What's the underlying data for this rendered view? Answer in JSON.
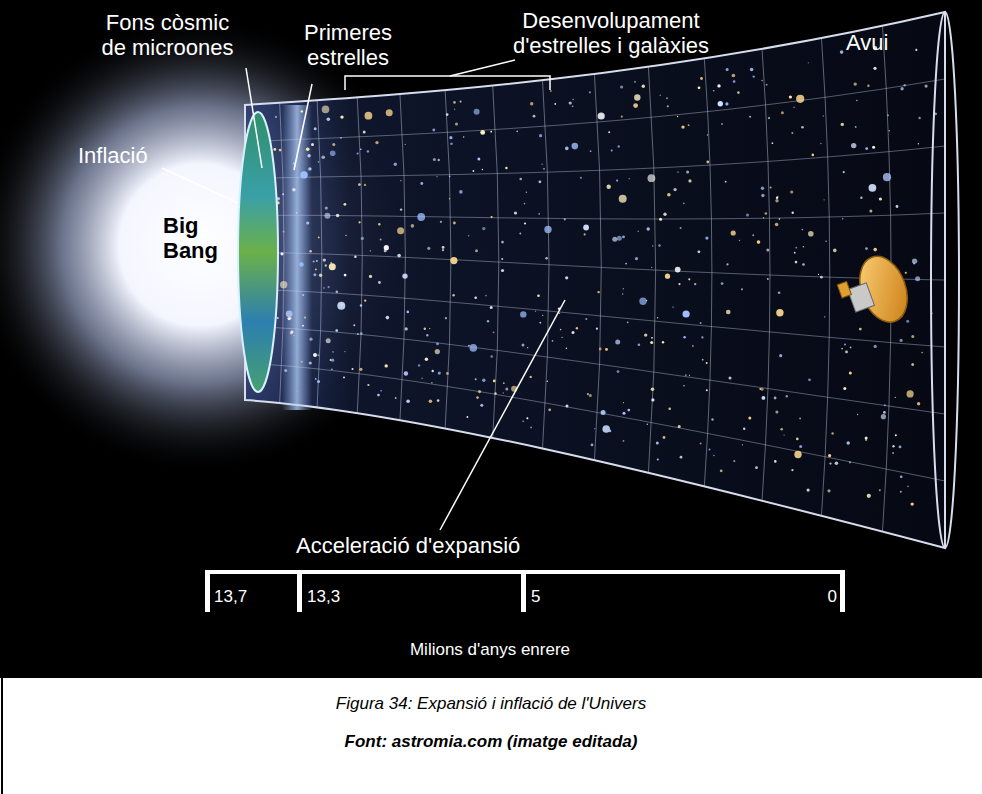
{
  "diagram": {
    "caption": "Figura 34: Expansió i inflació de l'Univers",
    "labels": [
      "Fons còsmic de microones",
      "Primeres estrelles",
      "Desenvolupament d'estrelles i galàxies",
      "Avui",
      "Inflació",
      "Big Bang",
      "Acceleració d'expansió",
      "13,7",
      "13,3",
      "5",
      "0",
      "Milions d'anys enrere",
      "Font: astromia.com (imatge editada)"
    ]
  }
}
